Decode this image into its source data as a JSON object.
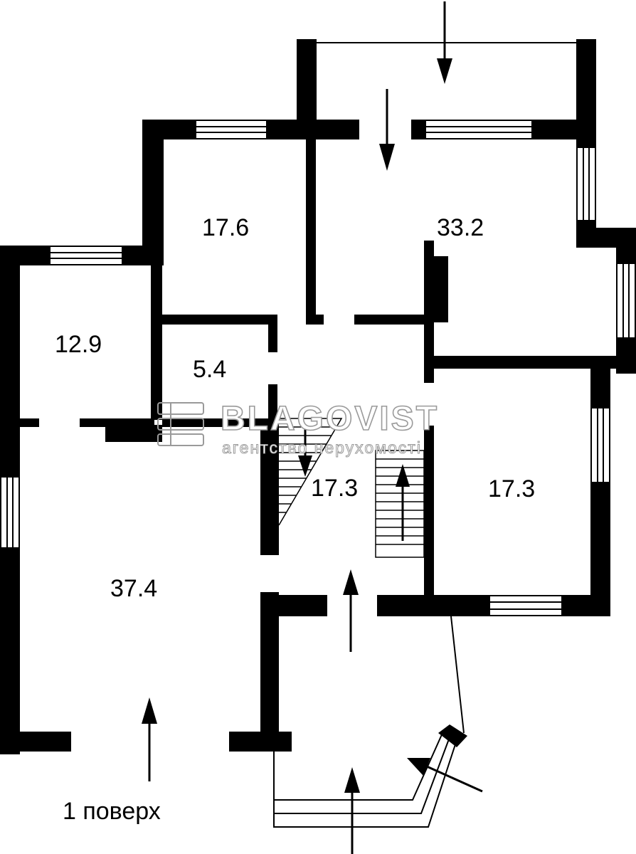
{
  "floor_label": "1 поверх",
  "rooms": [
    {
      "id": "bedroom-left",
      "area": "12.9"
    },
    {
      "id": "room-top-left",
      "area": "17.6"
    },
    {
      "id": "hall-top",
      "area": "33.2"
    },
    {
      "id": "bath",
      "area": "5.4"
    },
    {
      "id": "stair-hall",
      "area": "17.3"
    },
    {
      "id": "room-right",
      "area": "17.3"
    },
    {
      "id": "living",
      "area": "37.4"
    }
  ],
  "watermark": {
    "title": "BLAGOVIST",
    "subtitle": "агентство нерухомості"
  },
  "colors": {
    "wall": "#000000",
    "background": "#ffffff",
    "watermark": "#9a9a9a"
  }
}
